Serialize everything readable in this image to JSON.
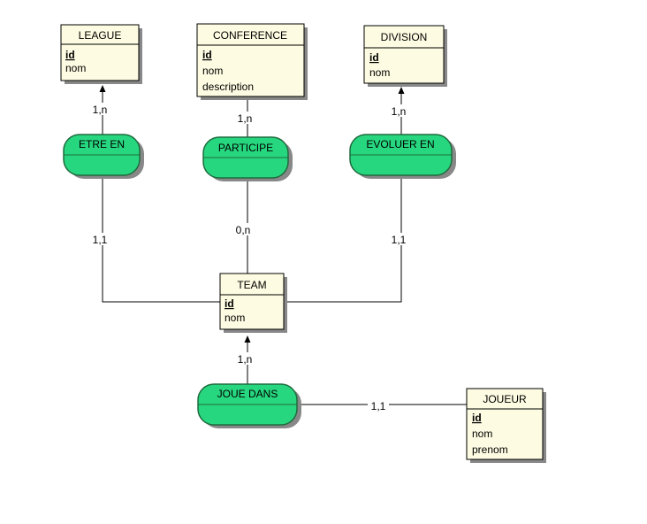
{
  "entities": {
    "league": {
      "title": "LEAGUE",
      "attrs": [
        "id",
        "nom"
      ]
    },
    "conference": {
      "title": "CONFERENCE",
      "attrs": [
        "id",
        "nom",
        "description"
      ]
    },
    "division": {
      "title": "DIVISION",
      "attrs": [
        "id",
        "nom"
      ]
    },
    "team": {
      "title": "TEAM",
      "attrs": [
        "id",
        "nom"
      ]
    },
    "joueur": {
      "title": "JOUEUR",
      "attrs": [
        "id",
        "nom",
        "prenom"
      ]
    }
  },
  "relations": {
    "etre_en": "ETRE EN",
    "participe": "PARTICIPE",
    "evoluer_en": "EVOLUER EN",
    "joue_dans": "JOUE DANS"
  },
  "cardinalities": {
    "league_etre_en": "1,n",
    "conference_participe": "1,n",
    "division_evoluer_en": "1,n",
    "etre_en_team": "1,1",
    "participe_team": "0,n",
    "evoluer_en_team": "1,1",
    "team_joue_dans": "1,n",
    "joue_dans_joueur": "1,1"
  },
  "colors": {
    "entity_fill": "#fdfbe1",
    "relation_fill": "#27d77f",
    "relation_border": "#1f6b3e",
    "shadow": "#888888"
  }
}
